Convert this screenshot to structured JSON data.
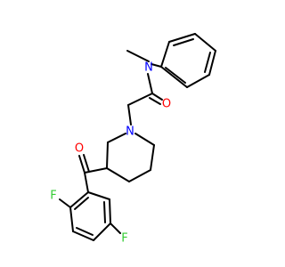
{
  "molecule": {
    "atom_labels": {
      "amide_oxygen": "O",
      "amide_nitrogen": "N",
      "piperidine_nitrogen": "N",
      "ketone_oxygen": "O",
      "fluorine_ortho": "F",
      "fluorine_meta": "F"
    },
    "colors": {
      "oxygen": "#ff0000",
      "nitrogen": "#0000ff",
      "fluorine": "#33cc33",
      "bond": "#000000",
      "background": "#ffffff"
    }
  }
}
